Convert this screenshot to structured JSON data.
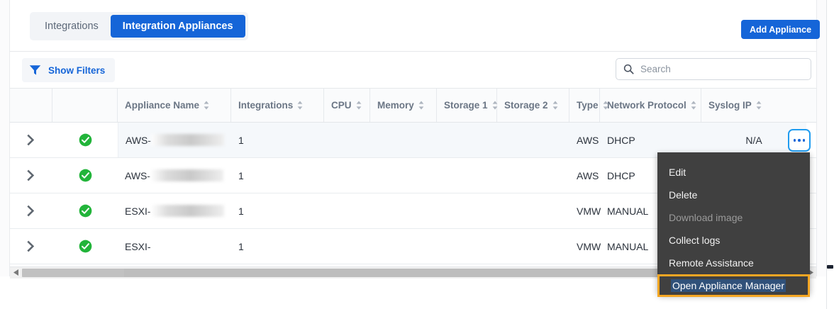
{
  "tabs": {
    "items": [
      {
        "label": "Integrations",
        "active": false
      },
      {
        "label": "Integration Appliances",
        "active": true
      }
    ]
  },
  "header": {
    "add_appliance_label": "Add Appliance"
  },
  "toolbar": {
    "show_filters_label": "Show Filters",
    "filter_icon": "funnel-icon",
    "search_icon": "search-icon",
    "search_value": "",
    "search_placeholder": "Search"
  },
  "table": {
    "columns": [
      {
        "key": "expand",
        "label": "",
        "sortable": false,
        "width": 60
      },
      {
        "key": "status",
        "label": "",
        "sortable": false,
        "width": 92
      },
      {
        "key": "name",
        "label": "Appliance Name",
        "sortable": true,
        "width": 160
      },
      {
        "key": "integr",
        "label": "Integrations",
        "sortable": true,
        "width": 131
      },
      {
        "key": "cpu",
        "label": "CPU",
        "sortable": true,
        "width": 65
      },
      {
        "key": "memory",
        "label": "Memory",
        "sortable": true,
        "width": 94
      },
      {
        "key": "storage1",
        "label": "Storage 1",
        "sortable": true,
        "width": 85
      },
      {
        "key": "storage2",
        "label": "Storage 2",
        "sortable": true,
        "width": 102
      },
      {
        "key": "type",
        "label": "Type",
        "sortable": true,
        "width": 43
      },
      {
        "key": "netproto",
        "label": "Network Protocol",
        "sortable": true,
        "width": 143
      },
      {
        "key": "syslog",
        "label": "Syslog IP",
        "sortable": true,
        "width": 148
      }
    ],
    "rows": [
      {
        "status_icon": "check-circle-icon",
        "name_prefix": "AWS-",
        "name_redacted": true,
        "redact_width": 110,
        "integrations": "1",
        "cpu": "",
        "memory": "",
        "storage1": "",
        "storage2": "",
        "type": "AWS",
        "network_protocol": "DHCP",
        "syslog_ip": "N/A",
        "hovered": true,
        "kebab": true
      },
      {
        "status_icon": "check-circle-icon",
        "name_prefix": "AWS-",
        "name_redacted": true,
        "redact_width": 103,
        "integrations": "1",
        "cpu": "",
        "memory": "",
        "storage1": "",
        "storage2": "",
        "type": "AWS",
        "network_protocol": "DHCP",
        "syslog_ip": "",
        "hovered": false,
        "kebab": false
      },
      {
        "status_icon": "check-circle-icon",
        "name_prefix": "ESXI-",
        "name_redacted": true,
        "redact_width": 112,
        "integrations": "1",
        "cpu": "",
        "memory": "",
        "storage1": "",
        "storage2": "",
        "type": "VMW",
        "network_protocol": "MANUAL",
        "syslog_ip": "",
        "hovered": false,
        "kebab": false
      },
      {
        "status_icon": "check-circle-icon",
        "name_prefix": "ESXI-",
        "name_redacted": false,
        "redact_width": 0,
        "integrations": "1",
        "cpu": "",
        "memory": "",
        "storage1": "",
        "storage2": "",
        "type": "VMW",
        "network_protocol": "MANUAL",
        "syslog_ip": "",
        "hovered": false,
        "kebab": false
      }
    ]
  },
  "context_menu": {
    "items": [
      {
        "label": "Edit",
        "disabled": false,
        "focused": false
      },
      {
        "label": "Delete",
        "disabled": false,
        "focused": false
      },
      {
        "label": "Download image",
        "disabled": true,
        "focused": false
      },
      {
        "label": "Collect logs",
        "disabled": false,
        "focused": false
      },
      {
        "label": "Remote Assistance",
        "disabled": false,
        "focused": false
      },
      {
        "label": "Open Appliance Manager",
        "disabled": false,
        "focused": true
      }
    ]
  },
  "colors": {
    "accent_blue": "#1565d8",
    "focus_blue": "#1f9cf0",
    "status_green": "#22b43a",
    "menu_bg": "#404040",
    "focus_orange": "#f5a623"
  },
  "scrollbar": {
    "left_arrow": "triangle-left-icon",
    "right_arrow": "triangle-right-icon"
  }
}
